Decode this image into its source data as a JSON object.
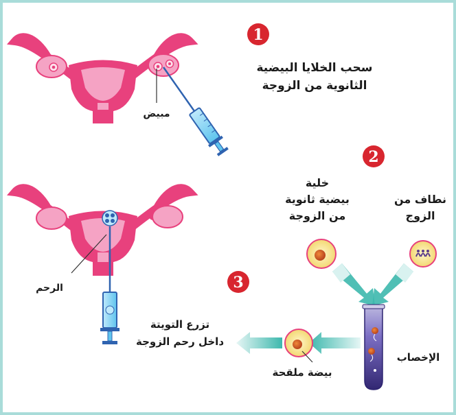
{
  "steps": [
    {
      "number": "1",
      "caption_line1": "سحب الخلايا البيضية",
      "caption_line2": "الثانوية من الزوجة"
    },
    {
      "number": "2"
    },
    {
      "number": "3"
    }
  ],
  "labels": {
    "ovary": "مبيض",
    "uterus": "الرحم",
    "oocyte_line1": "خلية",
    "oocyte_line2": "بيضية ثانوية",
    "oocyte_line3": "من الزوجة",
    "sperm_line1": "نطاف من",
    "sperm_line2": "الزوج",
    "fertilization": "الإخصاب",
    "zygote": "بيضة ملقحة",
    "implant_line1": "تزرع التويتة",
    "implant_line2": "داخل رحم الزوجة"
  },
  "colors": {
    "frame": "#a9dcd9",
    "uterus_dark": "#e8417d",
    "uterus_light": "#f5a3c4",
    "step_badge": "#d8262f",
    "arrow": "#5cc6bd",
    "tube": "#4a3d8f"
  }
}
